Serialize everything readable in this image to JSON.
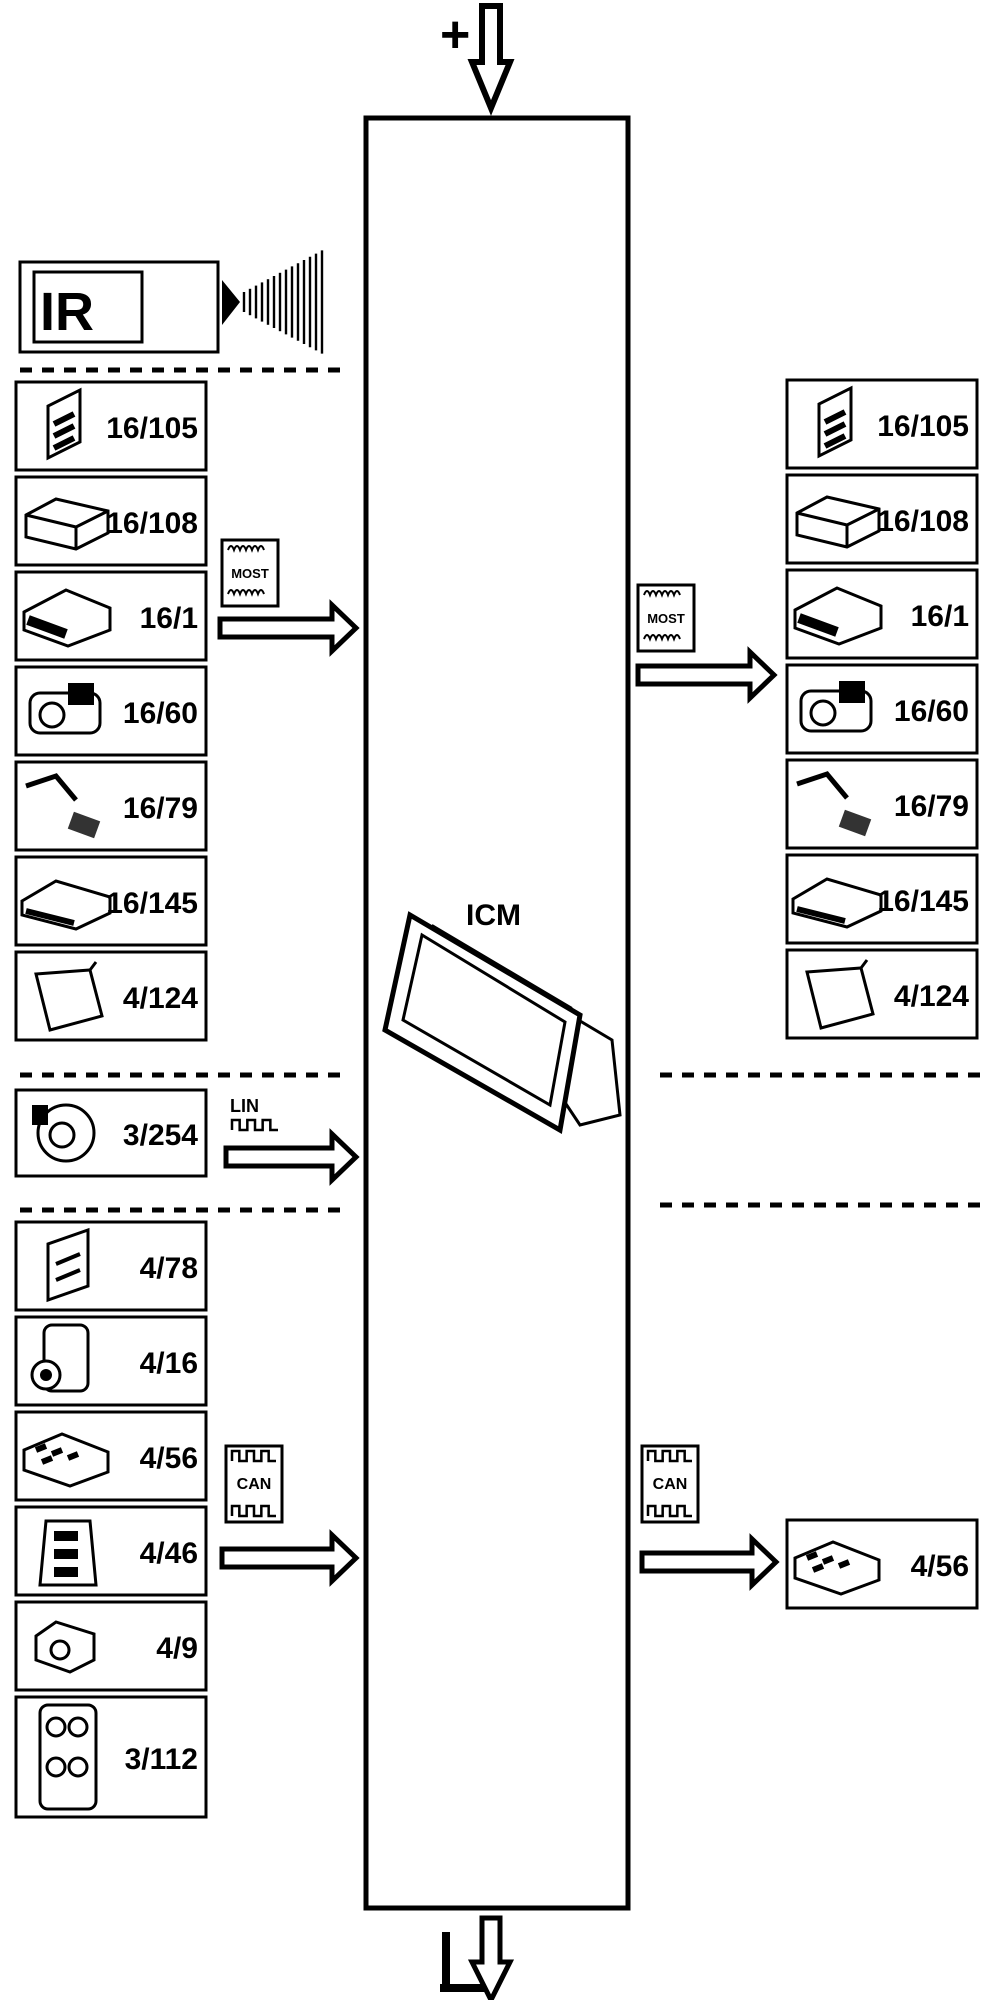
{
  "power": {
    "plus": "+"
  },
  "center": {
    "label": "ICM"
  },
  "ir": {
    "label": "IR"
  },
  "buses": {
    "most": "MOST",
    "can": "CAN",
    "lin": "LIN"
  },
  "left_most_modules": [
    "16/105",
    "16/108",
    "16/1",
    "16/60",
    "16/79",
    "16/145",
    "4/124"
  ],
  "left_lin_modules": [
    "3/254"
  ],
  "left_can_modules": [
    "4/78",
    "4/16",
    "4/56",
    "4/46",
    "4/9",
    "3/112"
  ],
  "right_most_modules": [
    "16/105",
    "16/108",
    "16/1",
    "16/60",
    "16/79",
    "16/145",
    "4/124"
  ],
  "right_can_modules": [
    "4/56"
  ]
}
